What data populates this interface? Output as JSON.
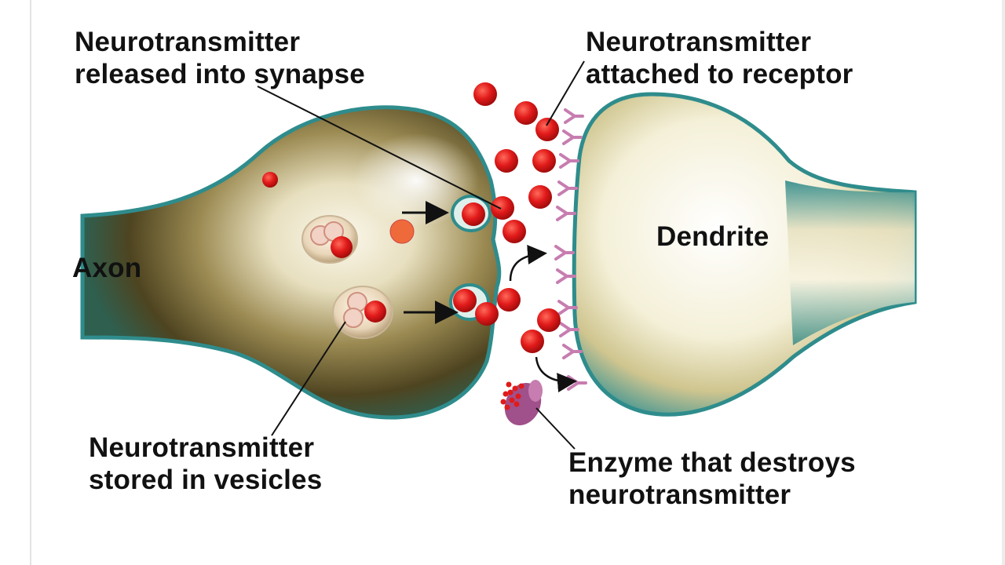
{
  "labels": {
    "released": {
      "line1": "Neurotransmitter",
      "line2": "released into synapse"
    },
    "attached": {
      "line1": "Neurotransmitter",
      "line2": "attached to receptor"
    },
    "axon": "Axon",
    "dendrite": "Dendrite",
    "stored": {
      "line1": "Neurotransmitter",
      "line2": "stored in vesicles"
    },
    "enzyme": {
      "line1": "Enzyme that destroys",
      "line2": "neurotransmitter"
    }
  },
  "colors": {
    "neurotransmitter": "#e11a1a",
    "membrane_teal": "#2f8c8c",
    "axon_dark": "#4a3f1c",
    "axon_light": "#f3efd8",
    "dendrite_light": "#fbfaf0",
    "receptor": "#c77db0",
    "enzyme": "#a0508a"
  }
}
